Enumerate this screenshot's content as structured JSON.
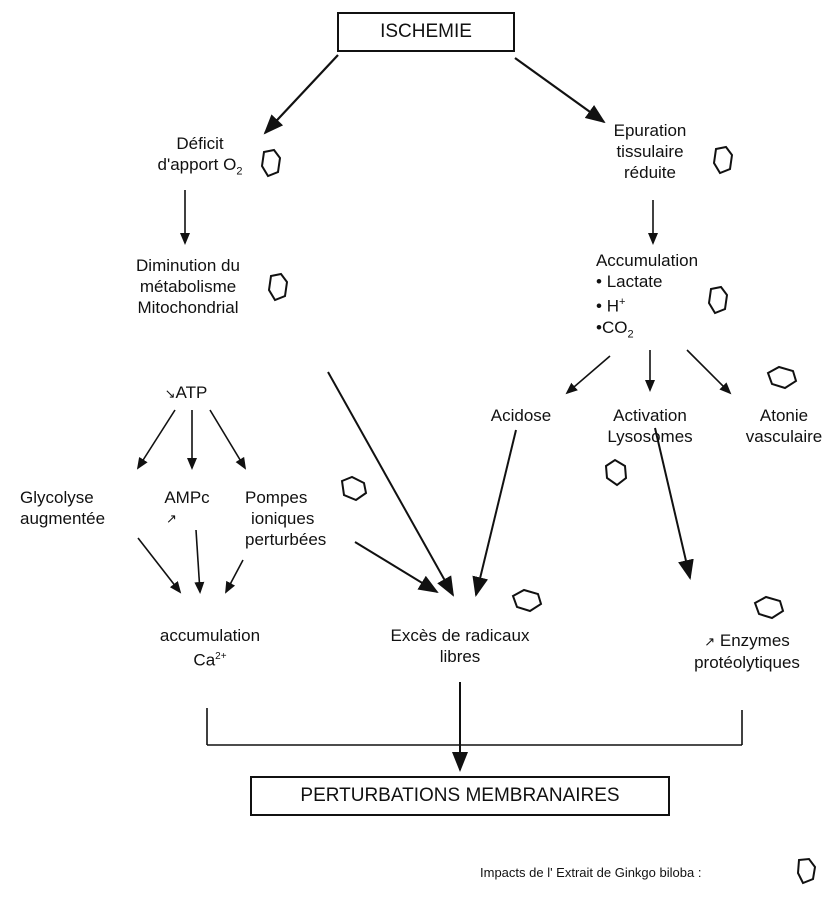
{
  "title": "ISCHEMIE",
  "bottom": "PERTURBATIONS MEMBRANAIRES",
  "left": {
    "deficit_line1": "Déficit",
    "deficit_line2": "d'apport O",
    "deficit_sub": "2",
    "diminution_line1": "Diminution du",
    "diminution_line2": "métabolisme",
    "diminution_line3": "Mitochondrial",
    "atp": "ATP",
    "glycolyse_line1": "Glycolyse",
    "glycolyse_line2": "augmentée",
    "ampc": "AMPc",
    "pompes_line1": "Pompes",
    "pompes_line2": "ioniques",
    "pompes_line3": "perturbées",
    "accumulation_line1": "accumulation",
    "accumulation_line2": "Ca",
    "accumulation_sup": "2+"
  },
  "center": {
    "exces_line1": "Excès de radicaux",
    "exces_line2": "libres"
  },
  "right": {
    "epuration_line1": "Epuration",
    "epuration_line2": "tissulaire",
    "epuration_line3": "réduite",
    "accumulation": "Accumulation",
    "lactate": "Lactate",
    "h": "H",
    "h_sup": "+",
    "co": "CO",
    "co_sub": "2",
    "acidose": "Acidose",
    "activation_line1": "Activation",
    "activation_line2": "Lysosomes",
    "atonie_line1": "Atonie",
    "atonie_line2": "vasculaire",
    "enzymes_line1": "Enzymes",
    "enzymes_line2": "protéolytiques"
  },
  "legend": "Impacts de l' Extrait de Ginkgo biloba :"
}
